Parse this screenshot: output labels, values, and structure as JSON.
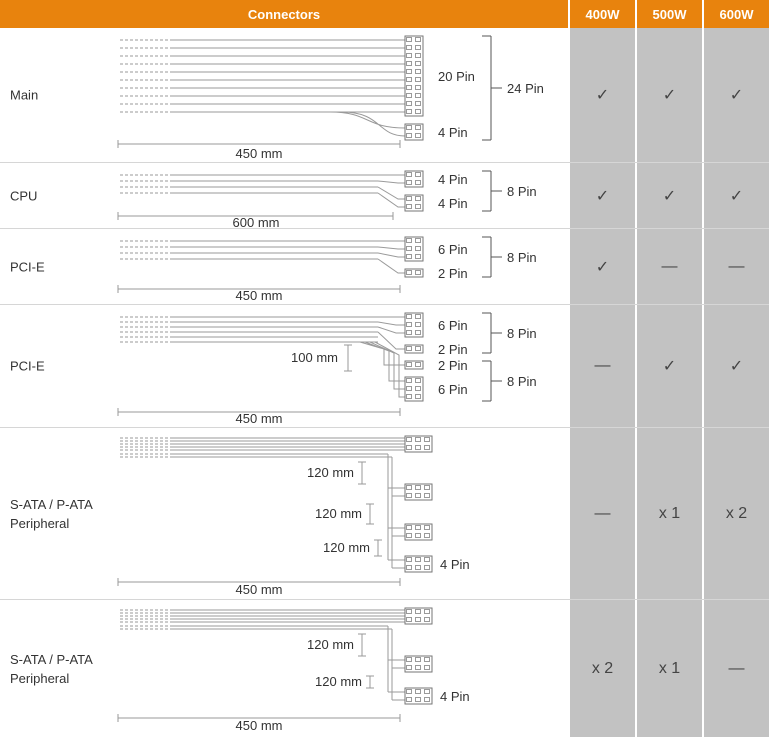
{
  "header": {
    "connectors": "Connectors",
    "columns": [
      "400W",
      "500W",
      "600W"
    ]
  },
  "colors": {
    "header_bg": "#e8830d",
    "value_column_bg": "#c2c2c2",
    "check_color": "#444"
  },
  "rows": [
    {
      "label": "Main",
      "cable_length": "450 mm",
      "pin1": "20 Pin",
      "pin2": "4 Pin",
      "group1": "24 Pin",
      "values": [
        "✓",
        "✓",
        "✓"
      ]
    },
    {
      "label": "CPU",
      "cable_length": "600 mm",
      "pin1": "4 Pin",
      "pin2": "4 Pin",
      "group1": "8 Pin",
      "values": [
        "✓",
        "✓",
        "✓"
      ]
    },
    {
      "label": "PCI-E",
      "cable_length": "450 mm",
      "pin1": "6 Pin",
      "pin2": "2 Pin",
      "group1": "8 Pin",
      "values": [
        "✓",
        "—",
        "—"
      ]
    },
    {
      "label": "PCI-E",
      "cable_length": "450 mm",
      "segment_length": "100 mm",
      "pin1": "6 Pin",
      "pin2": "2 Pin",
      "pin3": "2 Pin",
      "pin4": "6 Pin",
      "group1": "8 Pin",
      "group2": "8 Pin",
      "values": [
        "—",
        "✓",
        "✓"
      ]
    },
    {
      "label": "S-ATA / P-ATA",
      "label2": "Peripheral",
      "cable_length": "450 mm",
      "segment1": "120 mm",
      "segment2": "120 mm",
      "segment3": "120 mm",
      "pin1": "4 Pin",
      "values": [
        "—",
        "x 1",
        "x 2"
      ]
    },
    {
      "label": "S-ATA / P-ATA",
      "label2": "Peripheral",
      "cable_length": "450 mm",
      "segment1": "120 mm",
      "segment2": "120 mm",
      "pin1": "4 Pin",
      "values": [
        "x 2",
        "x 1",
        "—"
      ]
    }
  ]
}
